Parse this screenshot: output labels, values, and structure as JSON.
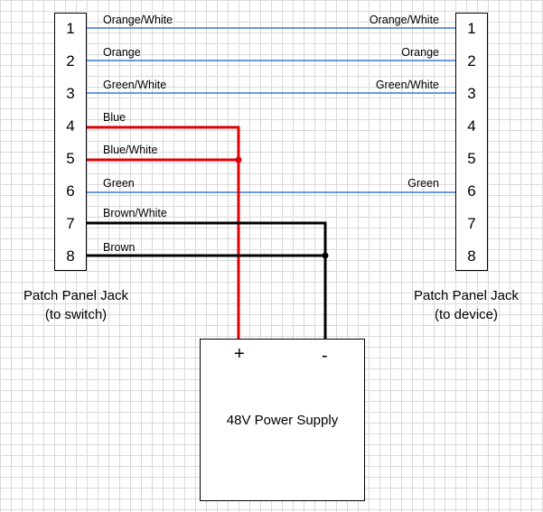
{
  "left_jack": {
    "pins": [
      "1",
      "2",
      "3",
      "4",
      "5",
      "6",
      "7",
      "8"
    ],
    "caption_line1": "Patch Panel Jack",
    "caption_line2": "(to switch)"
  },
  "right_jack": {
    "pins": [
      "1",
      "2",
      "3",
      "4",
      "5",
      "6",
      "7",
      "8"
    ],
    "caption_line1": "Patch Panel Jack",
    "caption_line2": "(to device)"
  },
  "wires": {
    "left_labels": [
      "Orange/White",
      "Orange",
      "Green/White",
      "Blue",
      "Blue/White",
      "Green",
      "Brown/White",
      "Brown"
    ],
    "right_labels": [
      "Orange/White",
      "Orange",
      "Green/White",
      "Green"
    ]
  },
  "power_supply": {
    "title": "48V Power Supply",
    "plus": "+",
    "minus": "-"
  },
  "colors": {
    "pass_through_wire": "#3a7bd5",
    "power_positive_wire": "#e00000",
    "power_negative_wire": "#000000",
    "grid": "#d9d9d9"
  }
}
